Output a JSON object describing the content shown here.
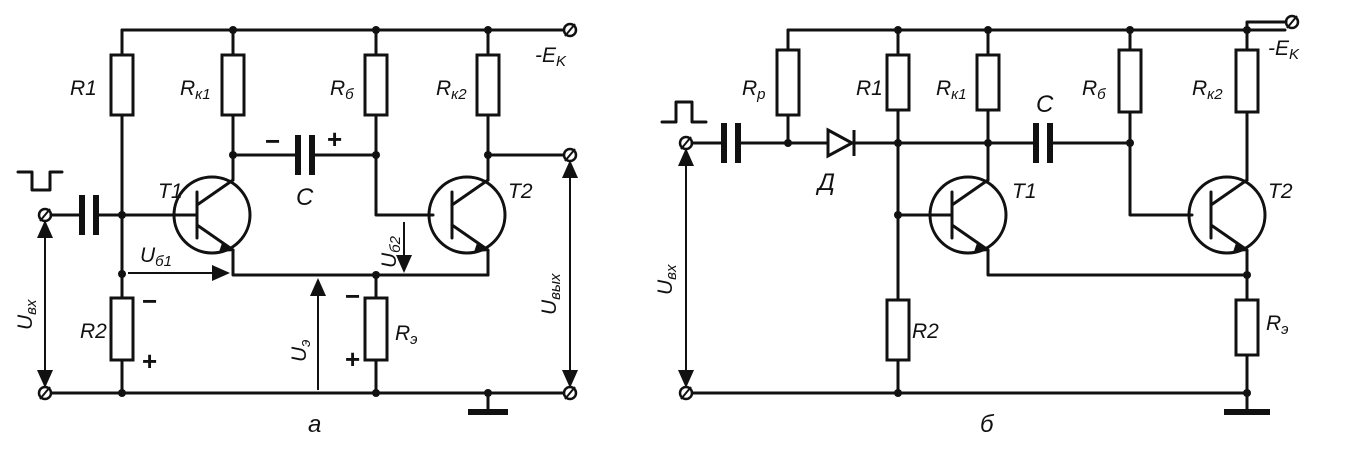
{
  "diagram_a": {
    "caption": "а",
    "supply": {
      "text": "-E",
      "sub": "K"
    },
    "r1": "R1",
    "rk1": {
      "text": "R",
      "sub": "к1"
    },
    "rb": {
      "text": "R",
      "sub": "б"
    },
    "rk2": {
      "text": "R",
      "sub": "к2"
    },
    "r2": "R2",
    "re": {
      "text": "R",
      "sub": "э"
    },
    "c": "C",
    "t1": "T1",
    "t2": "T2",
    "ub1": {
      "text": "U",
      "sub": "б1"
    },
    "ub2": {
      "text": "U",
      "sub": "б2"
    },
    "ue": {
      "text": "U",
      "sub": "э"
    },
    "uin": {
      "text": "U",
      "sub": "вх"
    },
    "uout": {
      "text": "U",
      "sub": "вых"
    },
    "plus": "+",
    "minus": "−"
  },
  "diagram_b": {
    "caption": "б",
    "supply": {
      "text": "-E",
      "sub": "K"
    },
    "rp": {
      "text": "R",
      "sub": "р"
    },
    "r1": "R1",
    "rk1": {
      "text": "R",
      "sub": "к1"
    },
    "rb": {
      "text": "R",
      "sub": "б"
    },
    "rk2": {
      "text": "R",
      "sub": "к2"
    },
    "r2": "R2",
    "re": {
      "text": "R",
      "sub": "э"
    },
    "c": "C",
    "diode": "Д",
    "t1": "T1",
    "t2": "T2",
    "uin": {
      "text": "U",
      "sub": "вх"
    }
  }
}
